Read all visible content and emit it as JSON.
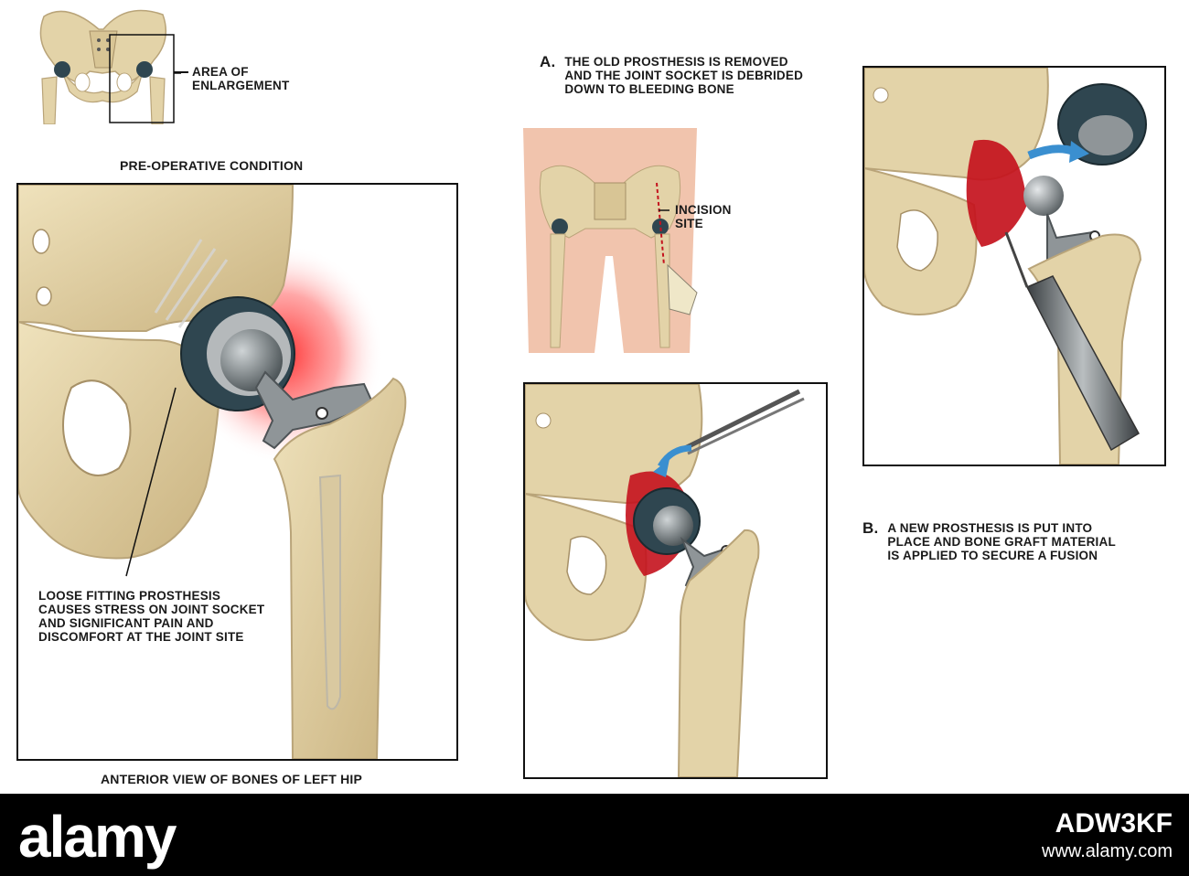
{
  "labels": {
    "area_of_enlargement": [
      "AREA OF",
      "ENLARGEMENT"
    ],
    "pre_operative_condition": "PRE-OPERATIVE CONDITION",
    "anterior_view": "ANTERIOR VIEW OF BONES OF LEFT HIP",
    "loose_fitting": [
      "LOOSE FITTING PROSTHESIS",
      "CAUSES STRESS ON JOINT SOCKET",
      "AND SIGNIFICANT PAIN AND",
      "DISCOMFORT AT THE JOINT SITE"
    ],
    "incision_site": [
      "INCISION",
      "SITE"
    ]
  },
  "steps": {
    "a_letter": "A.",
    "a_text": [
      "THE OLD PROSTHESIS IS REMOVED",
      "AND THE JOINT SOCKET IS DEBRIDED",
      "DOWN TO BLEEDING BONE"
    ],
    "b_letter": "B.",
    "b_text": [
      "A NEW PROSTHESIS IS PUT INTO",
      "PLACE AND BONE GRAFT MATERIAL",
      "IS APPLIED TO SECURE A FUSION"
    ]
  },
  "footer": {
    "logo": "alamy",
    "image_id": "ADW3KF",
    "url": "www.alamy.com"
  },
  "colors": {
    "bone": "#e3d3a8",
    "bone_shadow": "#b9a479",
    "cup": "#2f4650",
    "metal": "#8f9598",
    "inflammation": "#ff2a2a",
    "graft": "#c4121d",
    "arrow": "#3a8fd0",
    "skin": "#f1c4ad"
  }
}
